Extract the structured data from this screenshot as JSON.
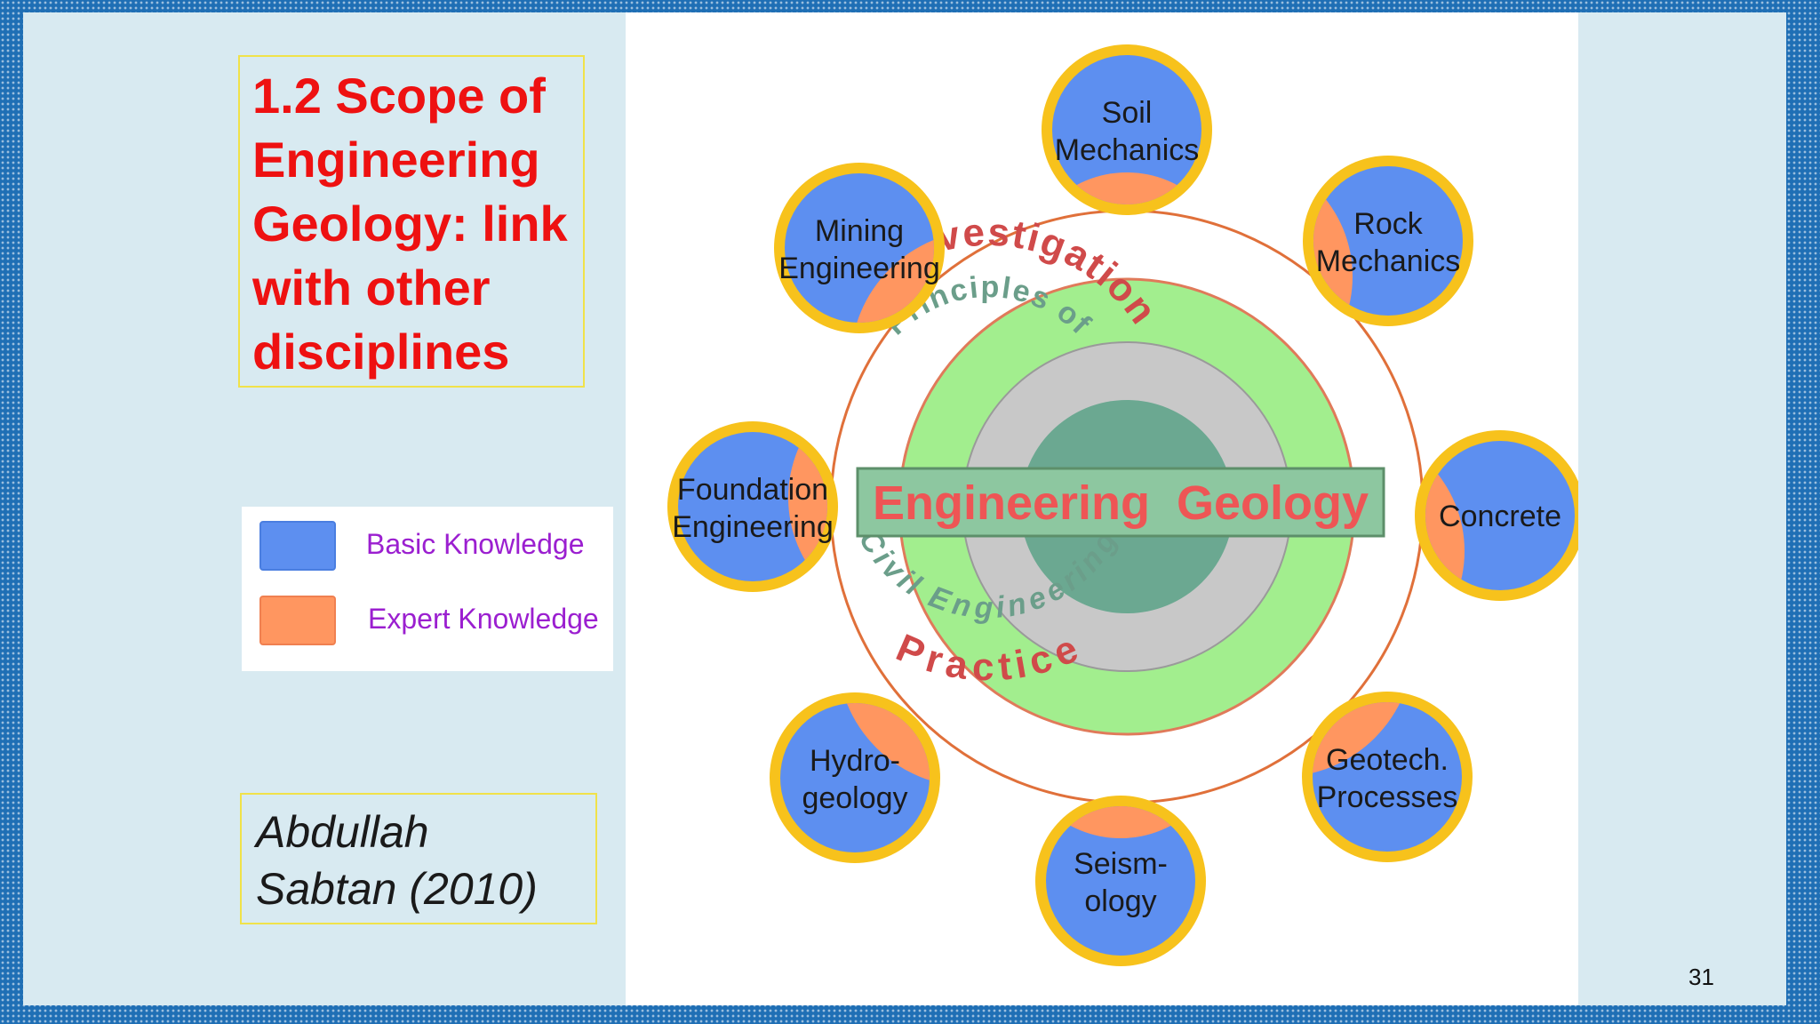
{
  "slide": {
    "title": "1.2 Scope of Engineering Geology: link with other disciplines",
    "author": "Abdullah Sabtan (2010)",
    "page_number": "31"
  },
  "legend": {
    "basic_label": "Basic Knowledge",
    "expert_label": "Expert  Knowledge",
    "basic_color": "#5d8ff0",
    "expert_color": "#ff9660"
  },
  "diagram": {
    "center_label": "Engineering  Geology",
    "ring_top_outer": "Site Investigation",
    "ring_top_inner": "Principles of",
    "ring_bottom_inner": "Civil Engineering",
    "ring_bottom_outer": "Practice",
    "disciplines": [
      {
        "line1": "Soil",
        "line2": "Mechanics"
      },
      {
        "line1": "Rock",
        "line2": "Mechanics"
      },
      {
        "line1": "Concrete",
        "line2": ""
      },
      {
        "line1": "Geotech.",
        "line2": "Processes"
      },
      {
        "line1": "Seism-",
        "line2": "ology"
      },
      {
        "line1": "Hydro-",
        "line2": "geology"
      },
      {
        "line1": "Foundation",
        "line2": "Engineering"
      },
      {
        "line1": "Mining",
        "line2": "Engineering"
      }
    ],
    "colors": {
      "node_ring": "#f7c21c",
      "node_blue": "#5d8ff0",
      "node_orange": "#ff9660",
      "connector": "#e0703a",
      "outer_green": "#a2ee8e",
      "inner_grey": "#c8c8c8",
      "core": "#6ba891",
      "label_red": "#ee5555",
      "arc_text": "#d04a4a"
    }
  }
}
